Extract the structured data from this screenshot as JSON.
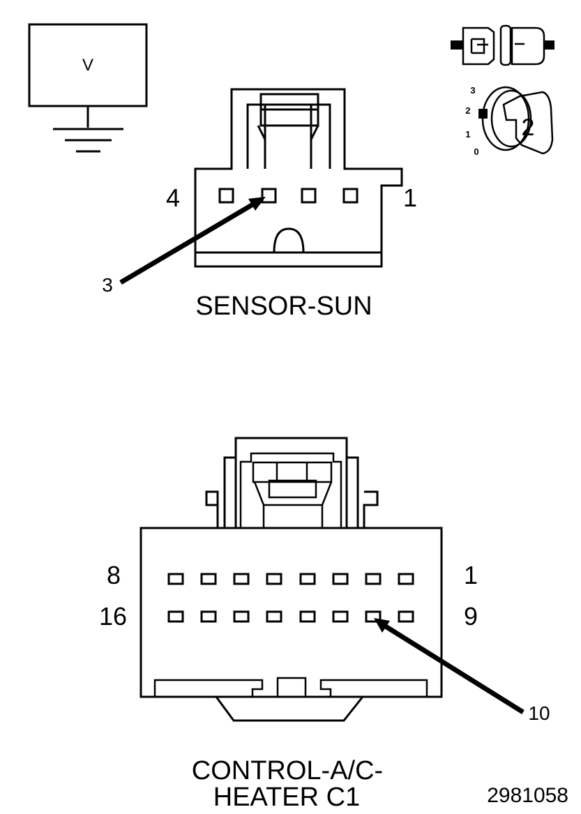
{
  "meter": {
    "symbol": "V"
  },
  "sensor_connector": {
    "title": "SENSOR-SUN",
    "left_pin_label": "4",
    "right_pin_label": "1",
    "callout_pin": "3"
  },
  "key_icon": {
    "positions": [
      "3",
      "2",
      "1",
      "0"
    ],
    "step": "2"
  },
  "control_connector": {
    "title_line1": "CONTROL-A/C-",
    "title_line2": "HEATER C1",
    "top_left_label": "8",
    "top_right_label": "1",
    "bottom_left_label": "16",
    "bottom_right_label": "9",
    "callout_pin": "10"
  },
  "figure_id": "2981058"
}
